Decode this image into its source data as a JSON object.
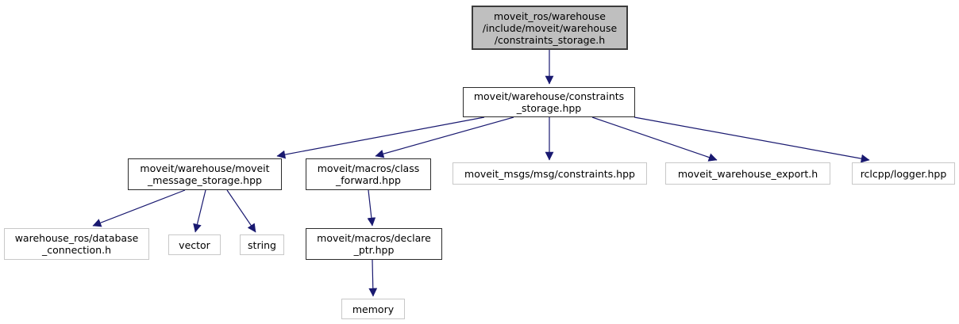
{
  "diagram": {
    "type": "include-dependency-graph",
    "colors": {
      "edge": "#191970",
      "root_fill": "#bfbfbf",
      "node_fill": "#ffffff",
      "dark_border": "#2b2b2b",
      "light_border": "#c8c8c8",
      "text": "#000000",
      "background": "#ffffff"
    },
    "nodes": [
      {
        "id": "root",
        "label": "moveit_ros/warehouse\n/include/moveit/warehouse\n/constraints_storage.h",
        "kind": "current-file"
      },
      {
        "id": "constraints_storage_hpp",
        "label": "moveit/warehouse/constraints\n_storage.hpp",
        "kind": "linked"
      },
      {
        "id": "moveit_message_storage_hpp",
        "label": "moveit/warehouse/moveit\n_message_storage.hpp",
        "kind": "linked"
      },
      {
        "id": "class_forward_hpp",
        "label": "moveit/macros/class\n_forward.hpp",
        "kind": "linked"
      },
      {
        "id": "moveit_msgs_constraints_hpp",
        "label": "moveit_msgs/msg/constraints.hpp",
        "kind": "plain"
      },
      {
        "id": "moveit_warehouse_export_h",
        "label": "moveit_warehouse_export.h",
        "kind": "plain"
      },
      {
        "id": "rclcpp_logger_hpp",
        "label": "rclcpp/logger.hpp",
        "kind": "plain"
      },
      {
        "id": "warehouse_ros_database_connection_h",
        "label": "warehouse_ros/database\n_connection.h",
        "kind": "plain"
      },
      {
        "id": "vector",
        "label": "vector",
        "kind": "plain"
      },
      {
        "id": "string",
        "label": "string",
        "kind": "plain"
      },
      {
        "id": "declare_ptr_hpp",
        "label": "moveit/macros/declare\n_ptr.hpp",
        "kind": "linked"
      },
      {
        "id": "memory",
        "label": "memory",
        "kind": "plain"
      }
    ],
    "edges": [
      {
        "from": "root",
        "to": "constraints_storage_hpp"
      },
      {
        "from": "constraints_storage_hpp",
        "to": "moveit_message_storage_hpp"
      },
      {
        "from": "constraints_storage_hpp",
        "to": "class_forward_hpp"
      },
      {
        "from": "constraints_storage_hpp",
        "to": "moveit_msgs_constraints_hpp"
      },
      {
        "from": "constraints_storage_hpp",
        "to": "moveit_warehouse_export_h"
      },
      {
        "from": "constraints_storage_hpp",
        "to": "rclcpp_logger_hpp"
      },
      {
        "from": "moveit_message_storage_hpp",
        "to": "warehouse_ros_database_connection_h"
      },
      {
        "from": "moveit_message_storage_hpp",
        "to": "vector"
      },
      {
        "from": "moveit_message_storage_hpp",
        "to": "string"
      },
      {
        "from": "class_forward_hpp",
        "to": "declare_ptr_hpp"
      },
      {
        "from": "declare_ptr_hpp",
        "to": "memory"
      }
    ]
  }
}
